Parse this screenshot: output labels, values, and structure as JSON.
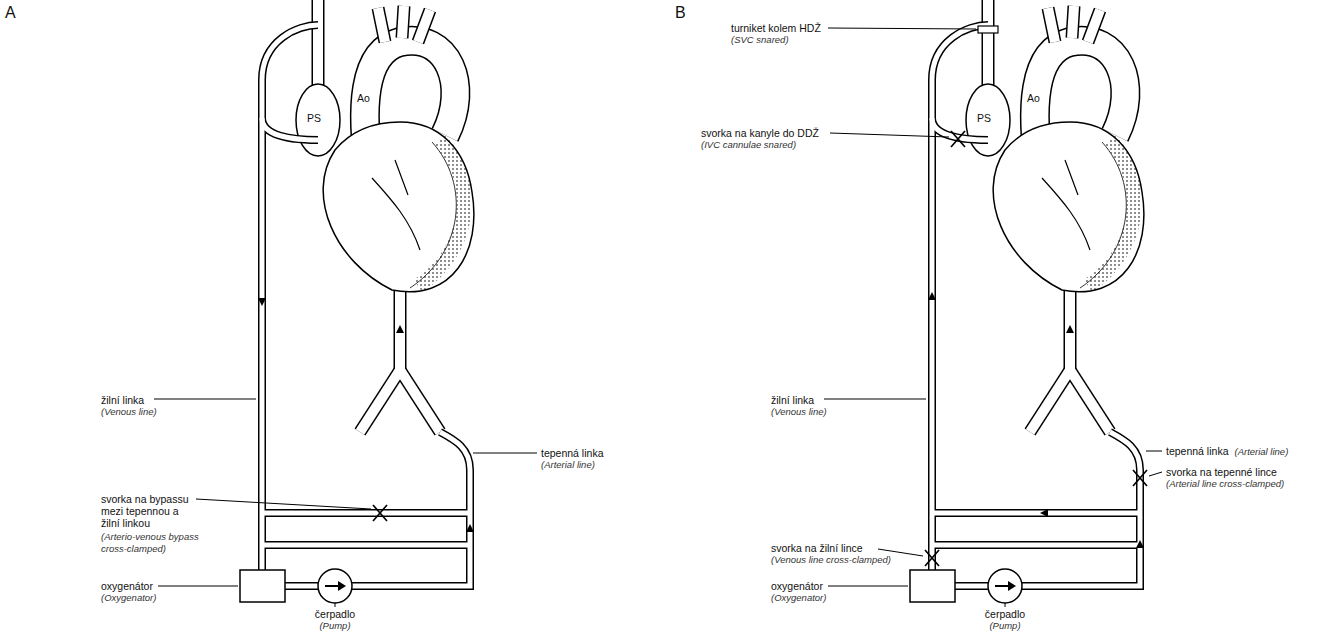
{
  "diagram": {
    "labels": [
      "A",
      "PS",
      "Ao",
      "žilní linka",
      "(Venous line)",
      "svorka na bypassu mezi tepennou a žilní linkou",
      "(Arterio-venous bypass cross-clamped)",
      "tepenná linka",
      "(Arterial line)",
      "oxygenátor",
      "(Oxygenator)",
      "čerpadlo",
      "(Pump)",
      "B",
      "turniket kolem HDŽ",
      "(SVC snared)",
      "PS",
      "Ao",
      "svorka na kanyle do DDŽ",
      "(IVC cannulae snared)",
      "žilní linka",
      "(Venous line)",
      "tepenná linka",
      "(Arterial line)",
      "svorka na tepenné lince",
      "(Arterial line cross-clamped)",
      "svorka na žilní lince",
      "(Venous line cross-clamped)",
      "oxygenátor",
      "(Oxygenator)",
      "čerpadlo",
      "(Pump)"
    ]
  }
}
